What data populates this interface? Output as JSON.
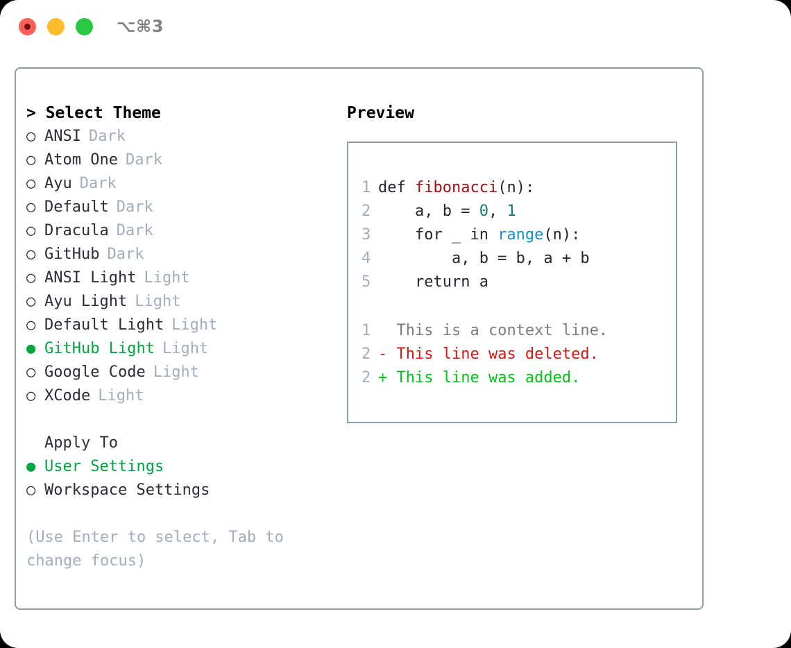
{
  "window": {
    "title": "⌥⌘3",
    "traffic_lights": [
      {
        "name": "close",
        "color": "#fc5f57"
      },
      {
        "name": "minimize",
        "color": "#ffbd2e"
      },
      {
        "name": "zoom",
        "color": "#28c840"
      }
    ]
  },
  "theme_panel": {
    "header": "> Select Theme",
    "selected_color": "#00a63f",
    "tag_color": "#a3adbd",
    "marker_selected": "●",
    "marker_unselected": "○",
    "items": [
      {
        "label": "ANSI",
        "tag": "Dark",
        "selected": false
      },
      {
        "label": "Atom One",
        "tag": "Dark",
        "selected": false
      },
      {
        "label": "Ayu",
        "tag": "Dark",
        "selected": false
      },
      {
        "label": "Default",
        "tag": "Dark",
        "selected": false
      },
      {
        "label": "Dracula",
        "tag": "Dark",
        "selected": false
      },
      {
        "label": "GitHub",
        "tag": "Dark",
        "selected": false
      },
      {
        "label": "ANSI Light",
        "tag": "Light",
        "selected": false
      },
      {
        "label": "Ayu Light",
        "tag": "Light",
        "selected": false
      },
      {
        "label": "Default Light",
        "tag": "Light",
        "selected": false
      },
      {
        "label": "GitHub Light",
        "tag": "Light",
        "selected": true
      },
      {
        "label": "Google Code",
        "tag": "Light",
        "selected": false
      },
      {
        "label": "XCode",
        "tag": "Light",
        "selected": false
      }
    ]
  },
  "apply_to": {
    "header": "Apply To",
    "items": [
      {
        "label": "User Settings",
        "selected": true
      },
      {
        "label": "Workspace Settings",
        "selected": false
      }
    ]
  },
  "hint": "(Use Enter to select, Tab to change focus)",
  "preview": {
    "header": "Preview",
    "code_lines": [
      {
        "no": "1",
        "spans": [
          {
            "text": "def ",
            "type": "plain"
          },
          {
            "text": "fibonacci",
            "type": "fn"
          },
          {
            "text": "(n):",
            "type": "plain"
          }
        ]
      },
      {
        "no": "2",
        "spans": [
          {
            "text": "    a, b = ",
            "type": "plain"
          },
          {
            "text": "0",
            "type": "num"
          },
          {
            "text": ", ",
            "type": "plain"
          },
          {
            "text": "1",
            "type": "num"
          }
        ]
      },
      {
        "no": "3",
        "spans": [
          {
            "text": "    for _ in ",
            "type": "plain"
          },
          {
            "text": "range",
            "type": "bi"
          },
          {
            "text": "(n):",
            "type": "plain"
          }
        ]
      },
      {
        "no": "4",
        "spans": [
          {
            "text": "        a, b = b, a + b",
            "type": "plain"
          }
        ]
      },
      {
        "no": "5",
        "spans": [
          {
            "text": "    return a",
            "type": "plain"
          }
        ]
      }
    ],
    "diff_lines": [
      {
        "no": "1",
        "prefix": "  ",
        "text": "This is a context line.",
        "kind": "ctx"
      },
      {
        "no": "2",
        "prefix": "- ",
        "text": "This line was deleted.",
        "kind": "del"
      },
      {
        "no": "2",
        "prefix": "+ ",
        "text": "This line was added.",
        "kind": "add"
      }
    ],
    "colors": {
      "function": "#a40d10",
      "number": "#0e7b74",
      "builtin": "#1092c8",
      "lineno": "#a3adbd",
      "context": "#7c7c7c",
      "deleted": "#d31b12",
      "added": "#00c415"
    }
  }
}
